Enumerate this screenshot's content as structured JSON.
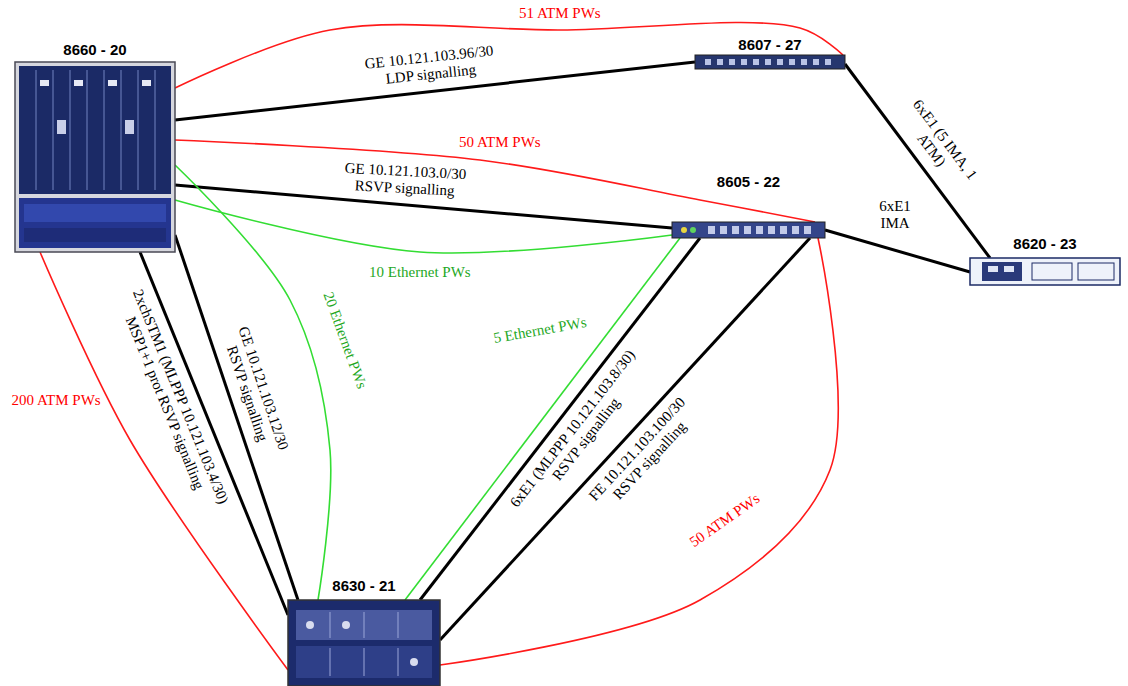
{
  "diagram": {
    "nodes": [
      {
        "text": [
          "8660 - 20"
        ]
      },
      {
        "text": [
          "8607 - 27"
        ]
      },
      {
        "text": [
          "8605 - 22"
        ]
      },
      {
        "text": [
          "8620 - 23"
        ]
      },
      {
        "text": [
          "8630 - 21"
        ]
      }
    ],
    "edges": [
      {
        "from": 0,
        "to": 1,
        "arrow": "none",
        "label": "51 ATM PWs"
      },
      {
        "from": 0,
        "to": 1,
        "arrow": "none",
        "label": "GE 10.121.103.96/30 LDP signalling"
      },
      {
        "from": 1,
        "to": 3,
        "arrow": "none",
        "label": "6xE1 (5 IMA, 1 ATM)"
      },
      {
        "from": 0,
        "to": 2,
        "arrow": "none",
        "label": "50 ATM PWs"
      },
      {
        "from": 0,
        "to": 2,
        "arrow": "none",
        "label": "GE 10.121.103.0/30 RSVP signalling"
      },
      {
        "from": 0,
        "to": 2,
        "arrow": "none",
        "label": "10 Ethernet PWs"
      },
      {
        "from": 2,
        "to": 3,
        "arrow": "none",
        "label": "6xE1 IMA"
      },
      {
        "from": 0,
        "to": 4,
        "arrow": "none",
        "label": "200 ATM PWs"
      },
      {
        "from": 0,
        "to": 4,
        "arrow": "none",
        "label": "2xchSTM1 (MLPPP 10.121.103.4/30) MSP1+1 prot RSVP signalling"
      },
      {
        "from": 0,
        "to": 4,
        "arrow": "none",
        "label": "GE 10.121.103.12/30 RSVP signalling"
      },
      {
        "from": 0,
        "to": 4,
        "arrow": "none",
        "label": "20 Ethernet PWs"
      },
      {
        "from": 2,
        "to": 4,
        "arrow": "none",
        "label": "5 Ethernet PWs"
      },
      {
        "from": 2,
        "to": 4,
        "arrow": "none",
        "label": "6xE1 (MLPPP 10.121.103.8/30) RSVP signalling"
      },
      {
        "from": 2,
        "to": 4,
        "arrow": "none",
        "label": "FE 10.121.103.100/30 RSVP signalling"
      },
      {
        "from": 2,
        "to": 4,
        "arrow": "none",
        "label": "50 ATM PWs"
      }
    ]
  }
}
